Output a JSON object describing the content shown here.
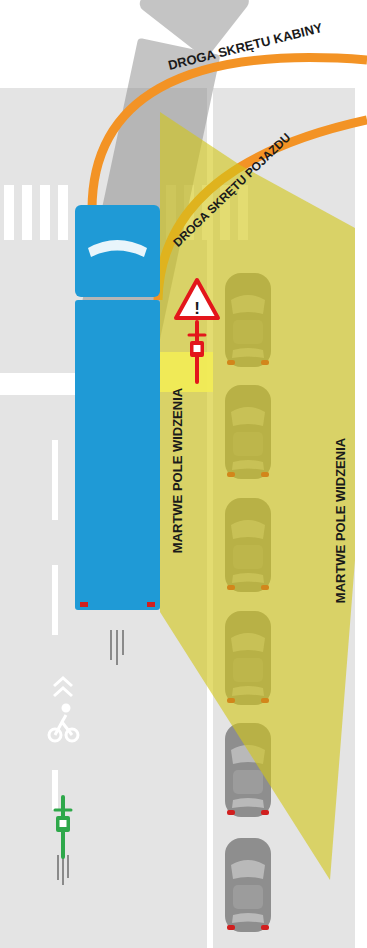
{
  "diagram": {
    "labels": [
      "DROGA SKRĘTU KABINY",
      "DROGA SKRĘTU POJAZDU",
      "!",
      "MARTWE POLE WIDZENIA",
      "MARTWE POLE WIDZENIA"
    ]
  }
}
